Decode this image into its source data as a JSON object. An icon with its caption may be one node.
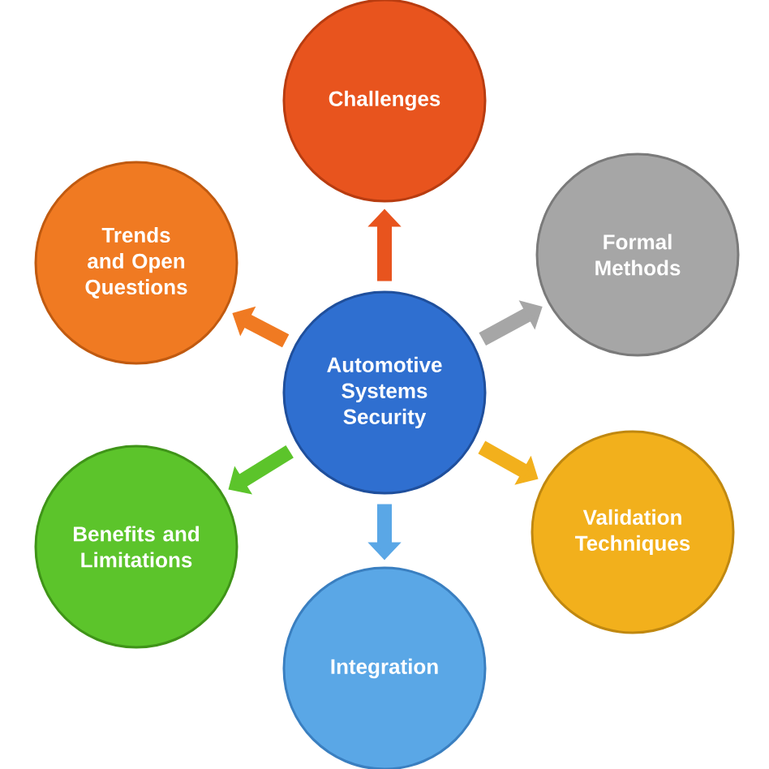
{
  "diagram": {
    "nodes": [
      {
        "text": [
          "Automotive Systems Security"
        ]
      },
      {
        "text": [
          "Challenges"
        ]
      },
      {
        "text": [
          "Formal Methods"
        ]
      },
      {
        "text": [
          "Validation Techniques"
        ]
      },
      {
        "text": [
          "Integration"
        ]
      },
      {
        "text": [
          "Benefits and Limitations"
        ]
      },
      {
        "text": [
          "Trends and Open Questions"
        ]
      }
    ],
    "edges": [
      {
        "from": 0,
        "to": 1,
        "arrow": "to",
        "color": "#e8541e"
      },
      {
        "from": 0,
        "to": 2,
        "arrow": "to",
        "color": "#a6a6a6"
      },
      {
        "from": 0,
        "to": 3,
        "arrow": "to",
        "color": "#f2b01c"
      },
      {
        "from": 0,
        "to": 4,
        "arrow": "to",
        "color": "#5aa7e6"
      },
      {
        "from": 0,
        "to": 5,
        "arrow": "to",
        "color": "#5cc42b"
      },
      {
        "from": 0,
        "to": 6,
        "arrow": "to",
        "color": "#f07a22"
      }
    ]
  }
}
